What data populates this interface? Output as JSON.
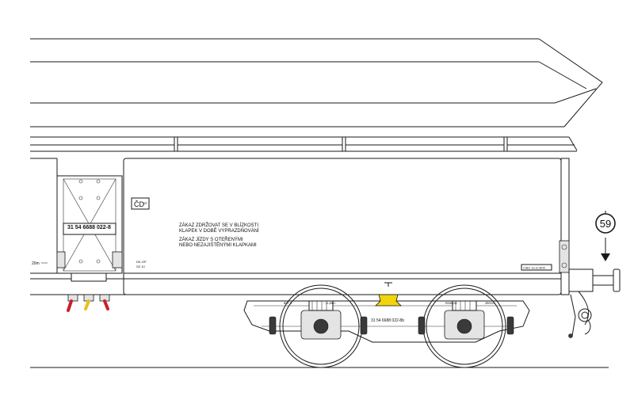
{
  "wagon": {
    "number_door": "31 54 6688 022-8",
    "number_frame": "31 54 6688 022-8b",
    "warning_line1": "ZÁKAZ ZDRŽOVAT SE  V BLÍZKOSTI",
    "warning_line2": "KLAPEK V DOBĚ VYPRAZDŇOVÁNÍ",
    "warning_line3": "ZÁKAZ JÍZDY S OTEŘENÝMI",
    "warning_line4": "NEBO NEZAJIŠTĚNÝMI KLAPKAMI",
    "owner_mark": "ČD",
    "owner_mark_small": "ST",
    "inspection_line1": "DK-GP",
    "inspection_line2": "SZ 10",
    "revision_label": "V.REV. Su 12.08.05",
    "length_label": "20m",
    "frame_label_1": "BRT H",
    "frame_label_2": "~ 11,895 t",
    "frame_label_3": "RIDB/UIC",
    "frame_label_4": "ZBRVIC",
    "callout_number": "59"
  },
  "colors": {
    "line": "#1a1a1a",
    "brake_red": "#c8202a",
    "brake_yellow": "#e6c21a",
    "coupler_yellow": "#f1d40c"
  }
}
